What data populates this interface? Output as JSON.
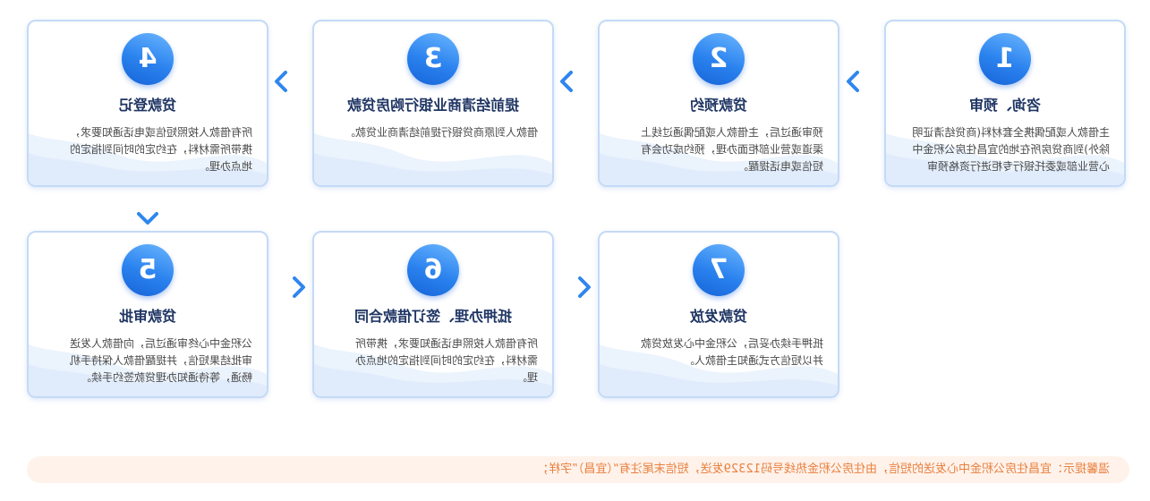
{
  "colors": {
    "accent": "#2a82ee",
    "card_border": "#c4daf6",
    "title": "#1f3563",
    "notice_text": "#e8803f",
    "notice_bg": "#fff2ea"
  },
  "steps": [
    {
      "number": "1",
      "title": "咨询、预审",
      "lines": [
        "主借款人或配偶携全套材料(商贷结清证明",
        "除外)到商贷房所在地的宜昌住房公积金中",
        "心营业部或委托银行专柜进行资格预审"
      ]
    },
    {
      "number": "2",
      "title": "贷款预约",
      "lines": [
        "预审通过后，主借款人或配偶通过线上",
        "渠道或营业部柜面办理，预约成功会有",
        "短信或电话提醒。"
      ]
    },
    {
      "number": "3",
      "title": "提前结清商业银行购房贷款",
      "lines": [
        "借款人到原商贷银行提前结清商业贷款。"
      ]
    },
    {
      "number": "4",
      "title": "贷款登记",
      "lines": [
        "所有借款人按照短信或电话通知要求，",
        "携带所需材料，在约定的时间到指定的",
        "地点办理。"
      ]
    },
    {
      "number": "5",
      "title": "贷款审批",
      "lines": [
        "公积金中心终审通过后，向借款人发送",
        "审批结果短信，并提醒借款人保持手机",
        "畅通，等待通知办理贷款签约手续。"
      ]
    },
    {
      "number": "6",
      "title": "抵押办理、签订借款合同",
      "lines": [
        "所有借款人按照电话通知要求，携带所",
        "需材料，在约定的时间到指定的地点办",
        "理。"
      ]
    },
    {
      "number": "7",
      "title": "贷款发放",
      "lines": [
        "抵押手续办妥后，公积金中心发放贷款",
        "并以短信方式通知主借款人。"
      ]
    }
  ],
  "notice": "温馨提示：宜昌住房公积金中心发送的短信，由住房公积金热线号码12329发送，短信末尾注有“（宜昌）”字样；"
}
